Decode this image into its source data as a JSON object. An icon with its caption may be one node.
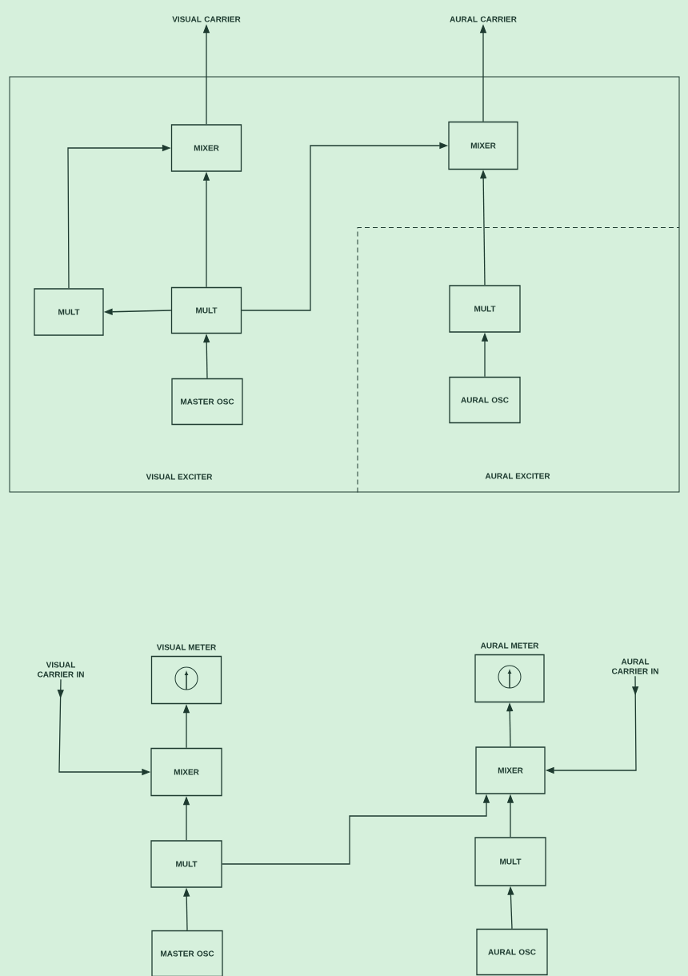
{
  "diagram": {
    "nodes": [
      {
        "text": [
          "VISUAL EXCITER"
        ]
      },
      {
        "text": [
          "AURAL EXCITER"
        ],
        "in": 0
      },
      {
        "text": [
          "VISUAL CARRIER"
        ]
      },
      {
        "text": [
          "AURAL CARRIER"
        ]
      },
      {
        "text": [
          "MIXER"
        ],
        "in": 0
      },
      {
        "text": [
          "MIXER"
        ],
        "in": 0
      },
      {
        "text": [
          "MULT"
        ],
        "in": 0
      },
      {
        "text": [
          "MULT"
        ],
        "in": 0
      },
      {
        "text": [
          "MULT"
        ],
        "in": 1
      },
      {
        "text": [
          "MASTER OSC"
        ],
        "in": 0
      },
      {
        "text": [
          "AURAL OSC"
        ],
        "in": 1
      },
      {
        "text": [
          "VISUAL METER"
        ]
      },
      {
        "text": [
          "AURAL METER"
        ]
      },
      {
        "text": [
          "VISUAL CARRIER IN"
        ]
      },
      {
        "text": [
          "AURAL CARRIER IN"
        ]
      },
      {
        "text": [
          "MIXER"
        ]
      },
      {
        "text": [
          "MIXER"
        ]
      },
      {
        "text": [
          "MULT"
        ]
      },
      {
        "text": [
          "MULT"
        ]
      },
      {
        "text": [
          "MASTER OSC"
        ]
      },
      {
        "text": [
          "AURAL OSC"
        ]
      }
    ],
    "edges": [
      {
        "from": 4,
        "to": 2,
        "arrow": "to"
      },
      {
        "from": 5,
        "to": 3,
        "arrow": "to"
      },
      {
        "from": 6,
        "to": 4,
        "arrow": "to"
      },
      {
        "from": 7,
        "to": 4,
        "arrow": "to"
      },
      {
        "from": 7,
        "to": 5,
        "arrow": "to"
      },
      {
        "from": 7,
        "to": 6,
        "arrow": "to"
      },
      {
        "from": 9,
        "to": 7,
        "arrow": "to"
      },
      {
        "from": 8,
        "to": 5,
        "arrow": "to"
      },
      {
        "from": 10,
        "to": 8,
        "arrow": "to"
      },
      {
        "from": 13,
        "to": 15,
        "arrow": "to"
      },
      {
        "from": 14,
        "to": 16,
        "arrow": "to"
      },
      {
        "from": 15,
        "to": 11,
        "arrow": "to"
      },
      {
        "from": 16,
        "to": 12,
        "arrow": "to"
      },
      {
        "from": 17,
        "to": 15,
        "arrow": "to"
      },
      {
        "from": 17,
        "to": 16,
        "arrow": "to"
      },
      {
        "from": 18,
        "to": 16,
        "arrow": "to"
      },
      {
        "from": 19,
        "to": 17,
        "arrow": "to"
      },
      {
        "from": 20,
        "to": 18,
        "arrow": "to"
      }
    ]
  }
}
